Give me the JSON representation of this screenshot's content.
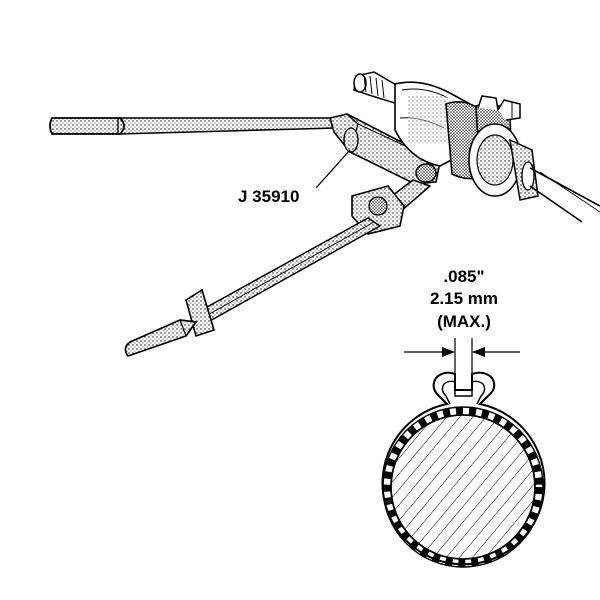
{
  "labels": {
    "tool_id": "J 35910",
    "clearance_in": ".085\"",
    "clearance_mm": "2.15 mm",
    "clearance_note": "(MAX.)"
  },
  "colors": {
    "ink": "#000000",
    "paper": "#ffffff"
  }
}
